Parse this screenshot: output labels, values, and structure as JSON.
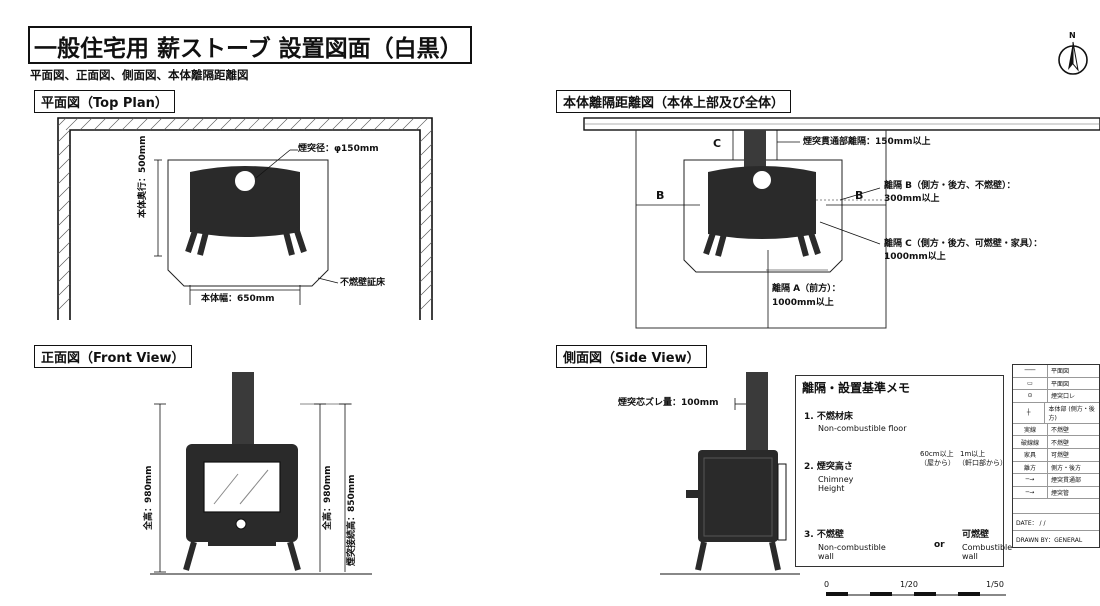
{
  "header": {
    "title": "一般住宅用 薪ストーブ 設置図面（白黒）",
    "subtitle": "平面図、正面図、側面図、本体離隔距離図"
  },
  "compass": {
    "label": "N"
  },
  "sections": {
    "top_plan": "平面図（Top Plan）",
    "clearance": "本体離隔距離図（本体上部及び全体）",
    "front_view": "正面図（Front View）",
    "side_view": "側面図（Side View）"
  },
  "top_plan": {
    "flue_diameter": "煙突径：φ150mm",
    "depth": "本体奥行：500mm",
    "width": "本体幅：650mm",
    "floor": "不燃壁証床"
  },
  "clearance": {
    "c_tag": "C",
    "b_tag": "B",
    "flue_clearance": "煙突貫通部離隔：150mm以上",
    "b_note_1": "離隔 B（側方・後方、不燃壁）：",
    "b_note_2": "300mm以上",
    "c_note_1": "離隔 C（側方・後方、可燃壁・家具）：",
    "c_note_2": "1000mm以上",
    "a_note_1": "離隔 A（前方）：",
    "a_note_2": "1000mm以上"
  },
  "front_view": {
    "total_height_left": "全高：980mm",
    "total_height_right": "全高：980mm",
    "flue_height": "煙突接続高：850mm"
  },
  "side_view": {
    "offset": "煙突芯ズレ量：100mm"
  },
  "memo": {
    "title": "離隔・設置基準メモ",
    "item1_jp": "1. 不燃材床",
    "item1_en": "Non-combustible floor",
    "item2_jp": "2. 煙突高さ",
    "item2_en1": "Chimney",
    "item2_en2": "Height",
    "item2_a1": "60cm以上",
    "item2_a2": "（屋から）",
    "item2_b1": "1m以上",
    "item2_b2": "（軒口部から）",
    "item3_jp": "3. 不燃壁",
    "item3_en1": "Non-combustible",
    "item3_en2": "wall",
    "or": "or",
    "item3_alt": "可燃壁",
    "item3_alt_en1": "Combustible",
    "item3_alt_en2": "wall"
  },
  "scale": {
    "start": "0",
    "mid": "1/20",
    "end": "1/50"
  },
  "legend": {
    "rows": [
      "平面図",
      "平面図",
      "煙突口レ",
      "本体部 (側方・後方)",
      "不燃壁",
      "不燃壁",
      "可燃壁",
      "側方・後方",
      "煙突貫通部",
      "煙突管"
    ],
    "syms": [
      "───",
      "▭",
      "⊙",
      "┼",
      "実線",
      "破線線",
      "家具",
      "離方",
      "─→",
      "─→"
    ],
    "date": "DATE：  /  /",
    "drawn": "DRAWN BY：GENERAL"
  }
}
